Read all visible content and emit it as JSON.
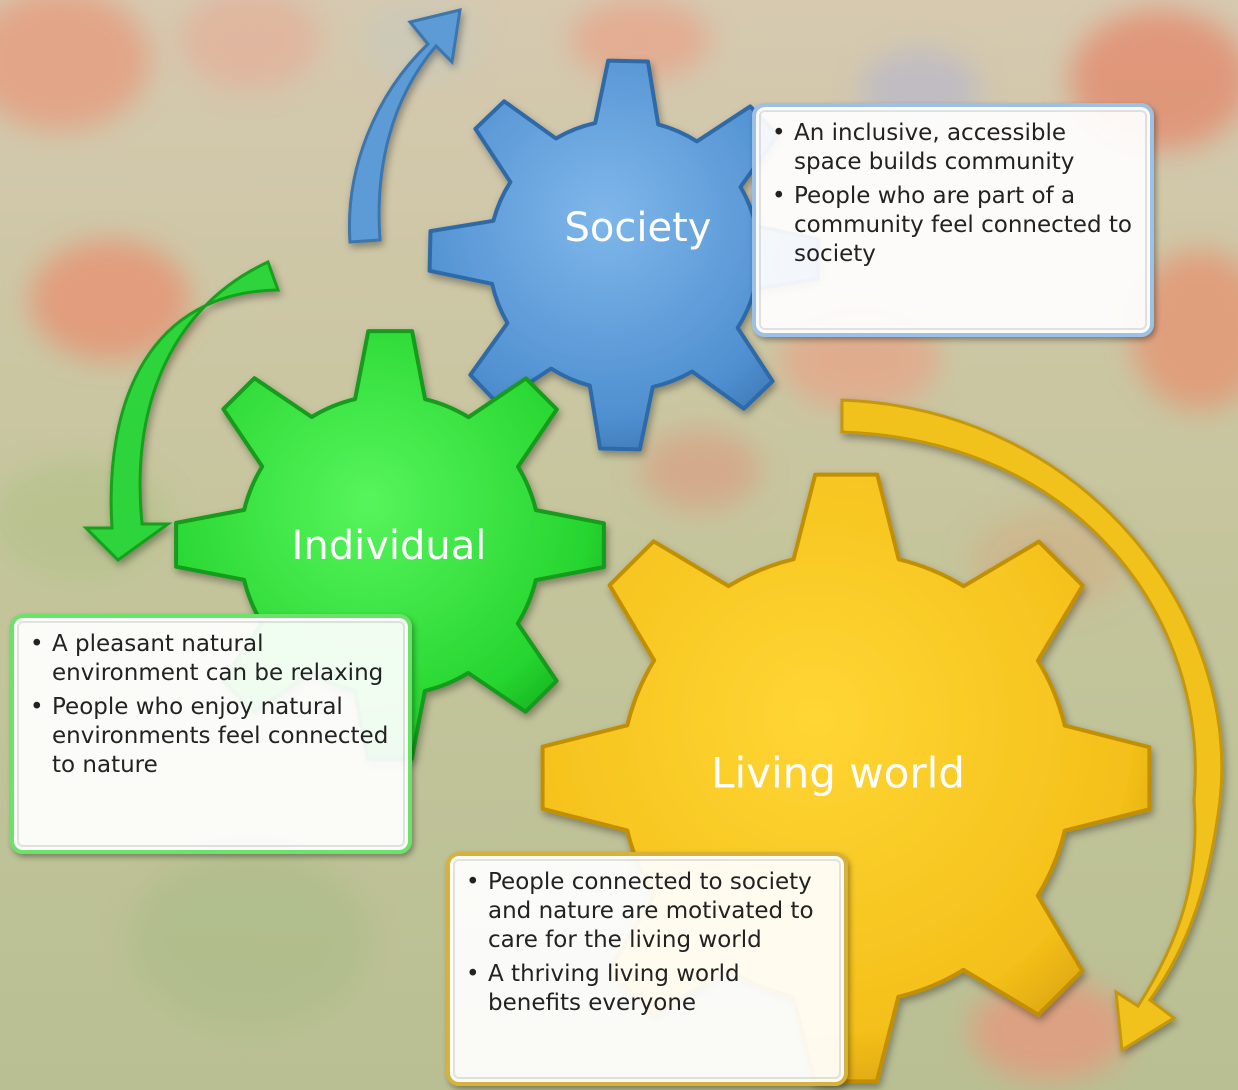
{
  "gears": {
    "society": {
      "label": "Society",
      "color": "#5b9bd5"
    },
    "individual": {
      "label": "Individual",
      "color": "#2fe33b"
    },
    "living": {
      "label": "Living world",
      "color": "#f7c51b"
    }
  },
  "callouts": {
    "society": [
      "An inclusive, accessible space builds community",
      "People who are part of a community feel connected to society"
    ],
    "individual": [
      "A pleasant natural environment can be relaxing",
      "People who enjoy natural environments feel connected to nature"
    ],
    "living": [
      "People connected to society and nature are motivated to care for the living world",
      "A thriving living world benefits everyone"
    ]
  },
  "arrows": {
    "society_color": "#5b9bd5",
    "individual_color": "#2fd43a",
    "living_color": "#f2c21c"
  },
  "background": {
    "colors": [
      "#c8c6a0",
      "#e9a27e",
      "#b5c18b"
    ]
  }
}
